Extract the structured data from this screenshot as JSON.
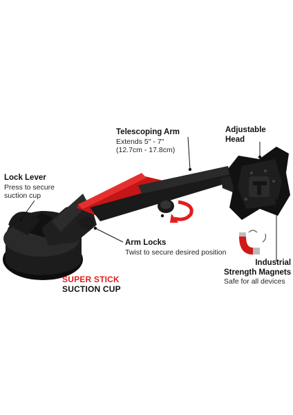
{
  "labels": {
    "telescoping_arm": {
      "title": "Telescoping Arm",
      "line1": "Extends 5\" - 7\"",
      "line2": "(12.7cm - 17.8cm)"
    },
    "adjustable_head": {
      "line1": "Adjustable",
      "line2": "Head"
    },
    "lock_lever": {
      "title": "Lock Lever",
      "line1": "Press to secure",
      "line2": "suction cup"
    },
    "arm_locks": {
      "title": "Arm Locks",
      "line1": "Twist to secure desired position"
    },
    "magnets": {
      "line1": "Industrial",
      "line2": "Strength Magnets",
      "line3": "Safe for all devices"
    },
    "suction_cup": {
      "line1": "SUPER STICK",
      "line2": "SUCTION CUP"
    }
  },
  "colors": {
    "accent_red": "#e11d1d",
    "body_black": "#1a1a1a"
  }
}
